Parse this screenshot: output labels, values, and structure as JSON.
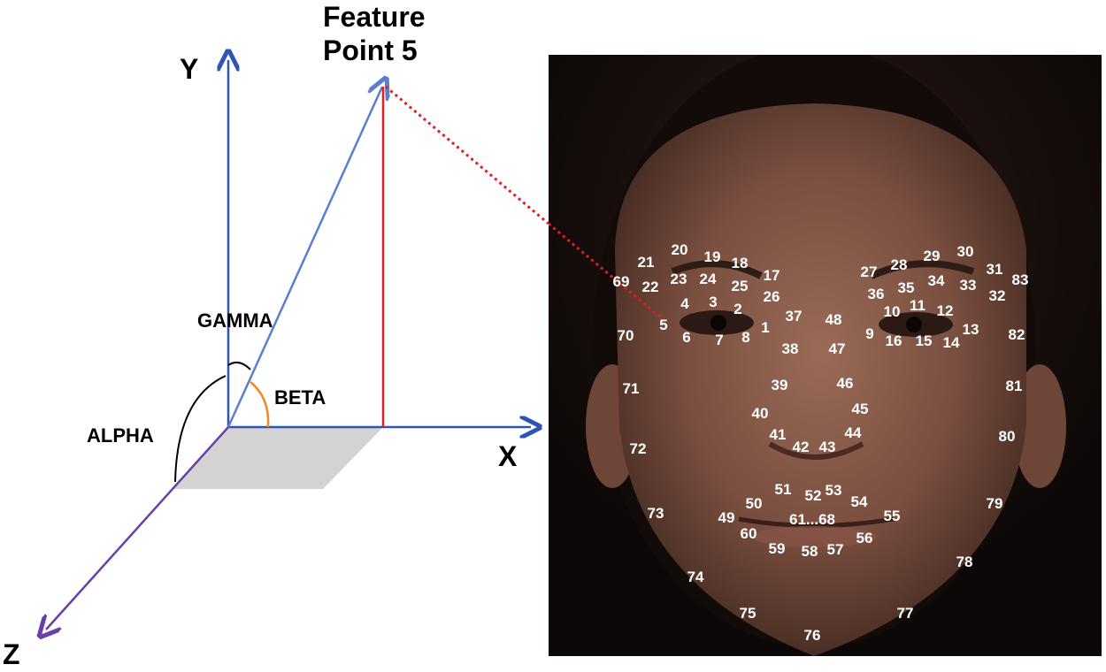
{
  "axes": {
    "x": "X",
    "y": "Y",
    "z": "Z"
  },
  "title": {
    "line1": "Feature",
    "line2": "Point 5"
  },
  "angles": {
    "alpha": "ALPHA",
    "beta": "BETA",
    "gamma": "GAMMA"
  },
  "colors": {
    "axis": "#2f55b4",
    "vector": "#5b7fcf",
    "projection": "#e02020",
    "z_axis": "#6a3fa8",
    "beta_arc": "#f08a24",
    "plane": "#d3d3d3"
  },
  "landmarks": [
    "1",
    "2",
    "3",
    "4",
    "5",
    "6",
    "7",
    "8",
    "9",
    "10",
    "11",
    "12",
    "13",
    "14",
    "15",
    "16",
    "17",
    "18",
    "19",
    "20",
    "21",
    "22",
    "23",
    "24",
    "25",
    "26",
    "27",
    "28",
    "29",
    "30",
    "31",
    "32",
    "33",
    "34",
    "35",
    "36",
    "37",
    "38",
    "39",
    "40",
    "41",
    "42",
    "43",
    "44",
    "45",
    "46",
    "47",
    "48",
    "49",
    "50",
    "51",
    "52",
    "53",
    "54",
    "55",
    "56",
    "57",
    "58",
    "59",
    "60",
    "61...68",
    "69",
    "70",
    "71",
    "72",
    "73",
    "74",
    "75",
    "76",
    "77",
    "78",
    "79",
    "80",
    "81",
    "82",
    "83"
  ]
}
